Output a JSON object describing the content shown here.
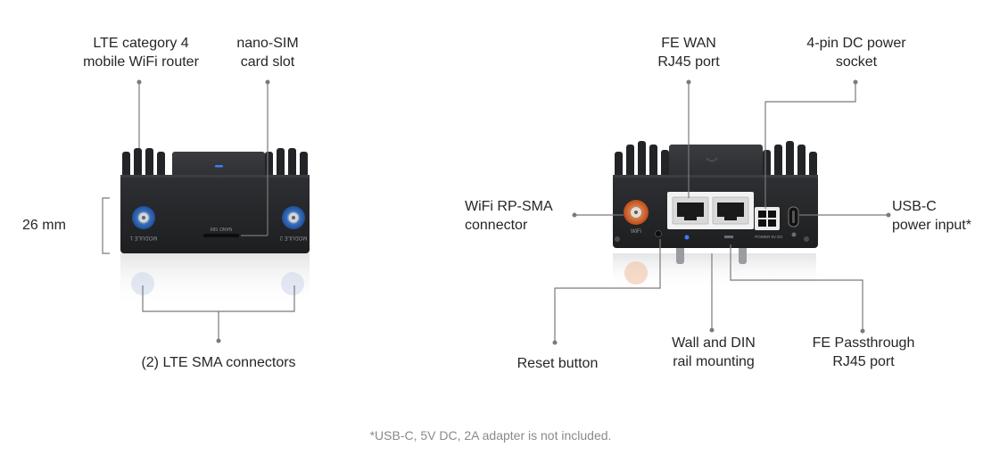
{
  "front_view": {
    "label_router": [
      "LTE category 4",
      "mobile WiFi router"
    ],
    "label_sim": [
      "nano-SIM",
      "card slot"
    ],
    "label_height": "26 mm",
    "label_connectors": "(2) LTE SMA connectors",
    "port_text_left": "MODULE 1",
    "port_text_right": "MODULE 2",
    "slot_text": "NANO SIM"
  },
  "back_view": {
    "label_wan": [
      "FE WAN",
      "RJ45 port"
    ],
    "label_power": [
      "4-pin DC power",
      "socket"
    ],
    "label_wifi_sma": [
      "WiFi RP-SMA",
      "connector"
    ],
    "label_usbc": [
      "USB-C",
      "power input*"
    ],
    "label_reset": "Reset button",
    "label_mount": [
      "Wall and DIN",
      "rail mounting"
    ],
    "label_passthrough": [
      "FE Passthrough",
      "RJ45 port"
    ],
    "wifi_port_text": "WiFi",
    "power_text": "POWER 5V DC"
  },
  "footnote": "*USB-C, 5V DC, 2A adapter is not included.",
  "colors": {
    "body": "#2b2d30",
    "body_dark": "#1c1d1f",
    "sma_blue": "#2f68b8",
    "sma_orange": "#d9622b",
    "led": "#3c7cff",
    "callout": "#7a7a7a"
  }
}
